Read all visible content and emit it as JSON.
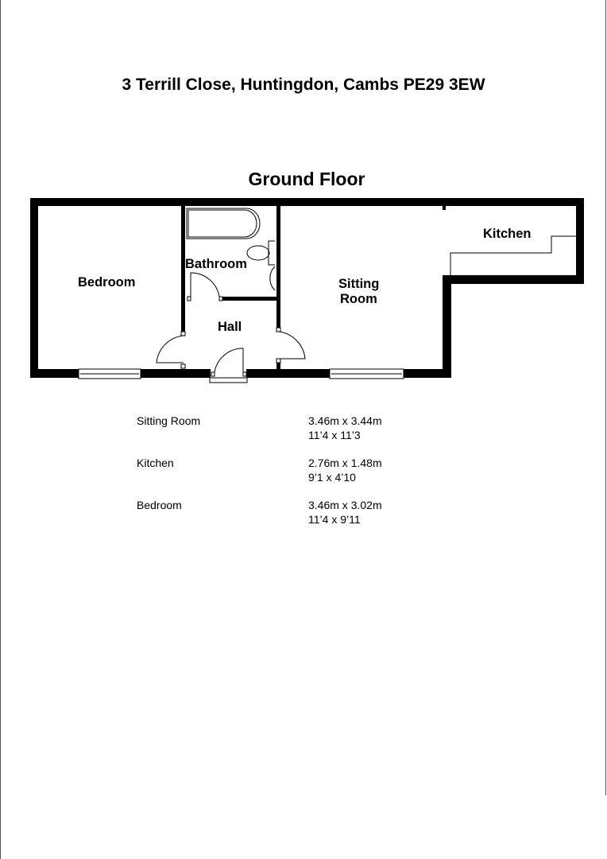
{
  "title": "3 Terrill Close, Huntingdon, Cambs PE29 3EW",
  "floor_title": "Ground Floor",
  "rooms": {
    "bedroom": "Bedroom",
    "bathroom": "Bathroom",
    "hall": "Hall",
    "sitting_1": "Sitting",
    "sitting_2": "Room",
    "kitchen": "Kitchen"
  },
  "dimensions": [
    {
      "room": "Sitting Room",
      "metric": "3.46m x 3.44m",
      "imperial": "11’4 x 11’3"
    },
    {
      "room": "Kitchen",
      "metric": "2.76m x 1.48m",
      "imperial": "9’1 x 4’10"
    },
    {
      "room": "Bedroom",
      "metric": "3.46m x 3.02m",
      "imperial": "11’4 x 9’11"
    }
  ]
}
